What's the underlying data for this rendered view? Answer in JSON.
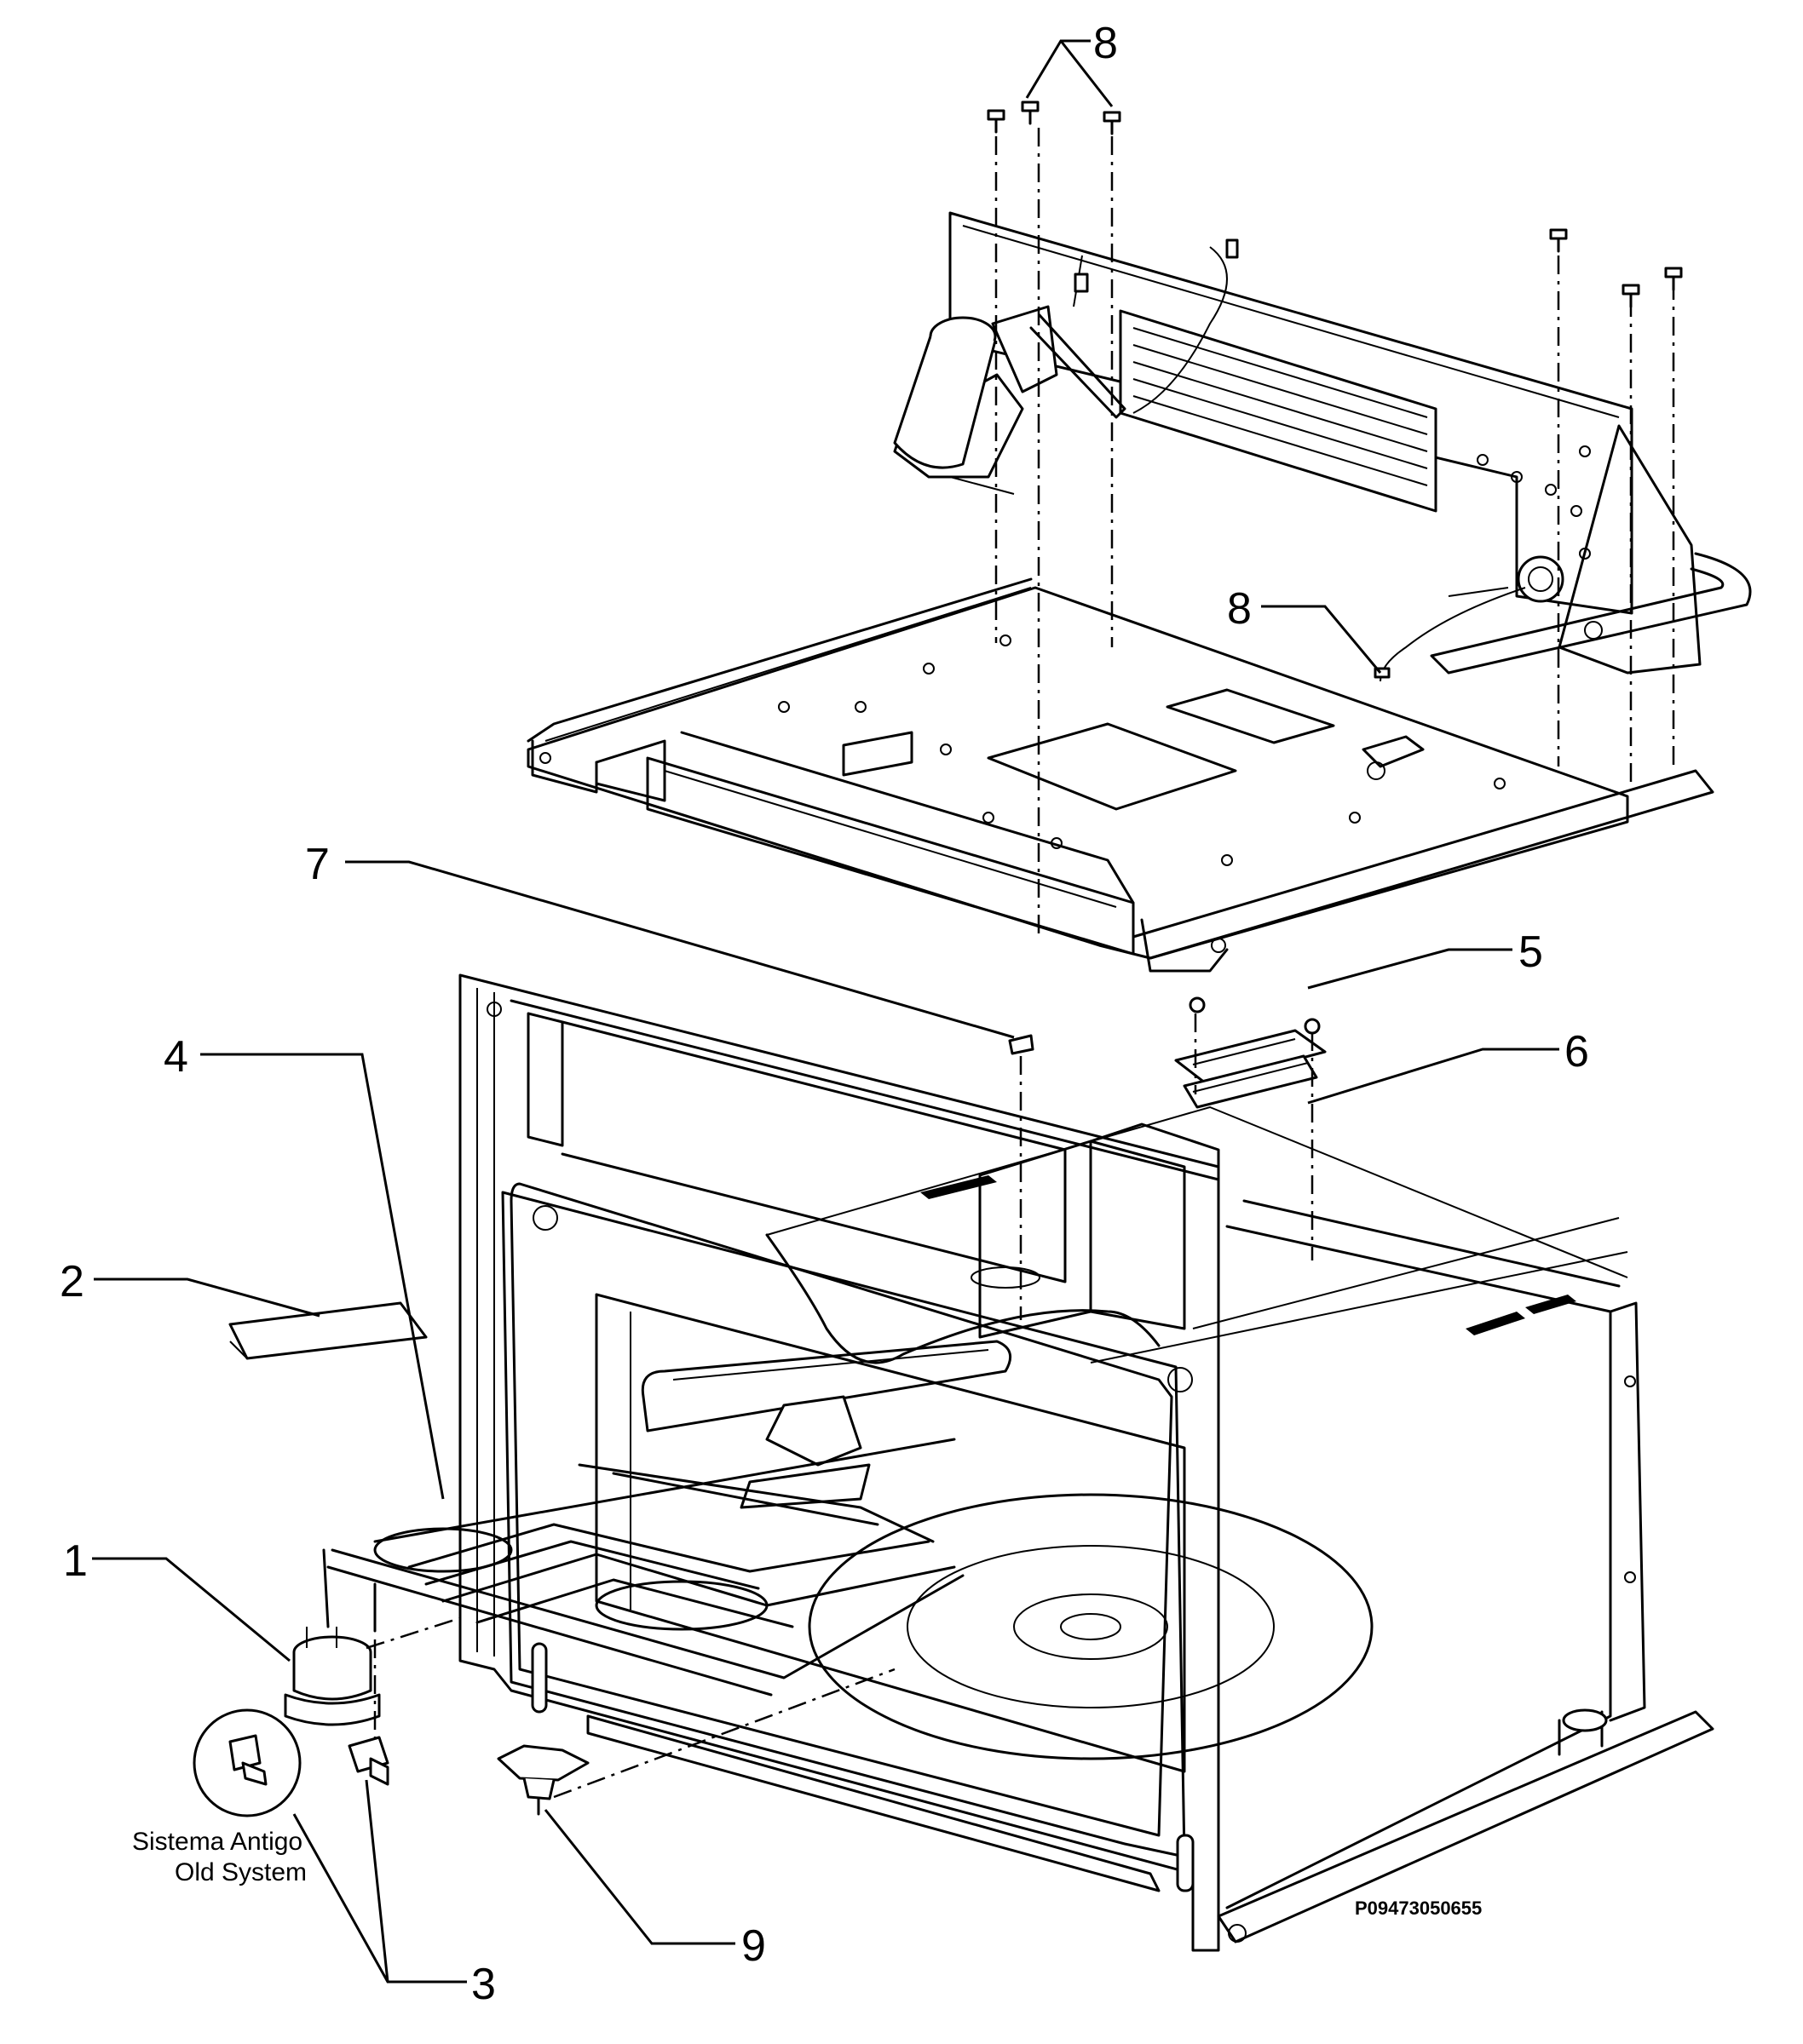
{
  "callouts": {
    "c1": "1",
    "c2": "2",
    "c3": "3",
    "c4": "4",
    "c5": "5",
    "c6": "6",
    "c7": "7",
    "c8_top": "8",
    "c8_mid": "8",
    "c9": "9"
  },
  "inset": {
    "line1": "Sistema Antigo",
    "line2": "Old System"
  },
  "drawing_code": "P09473050655"
}
